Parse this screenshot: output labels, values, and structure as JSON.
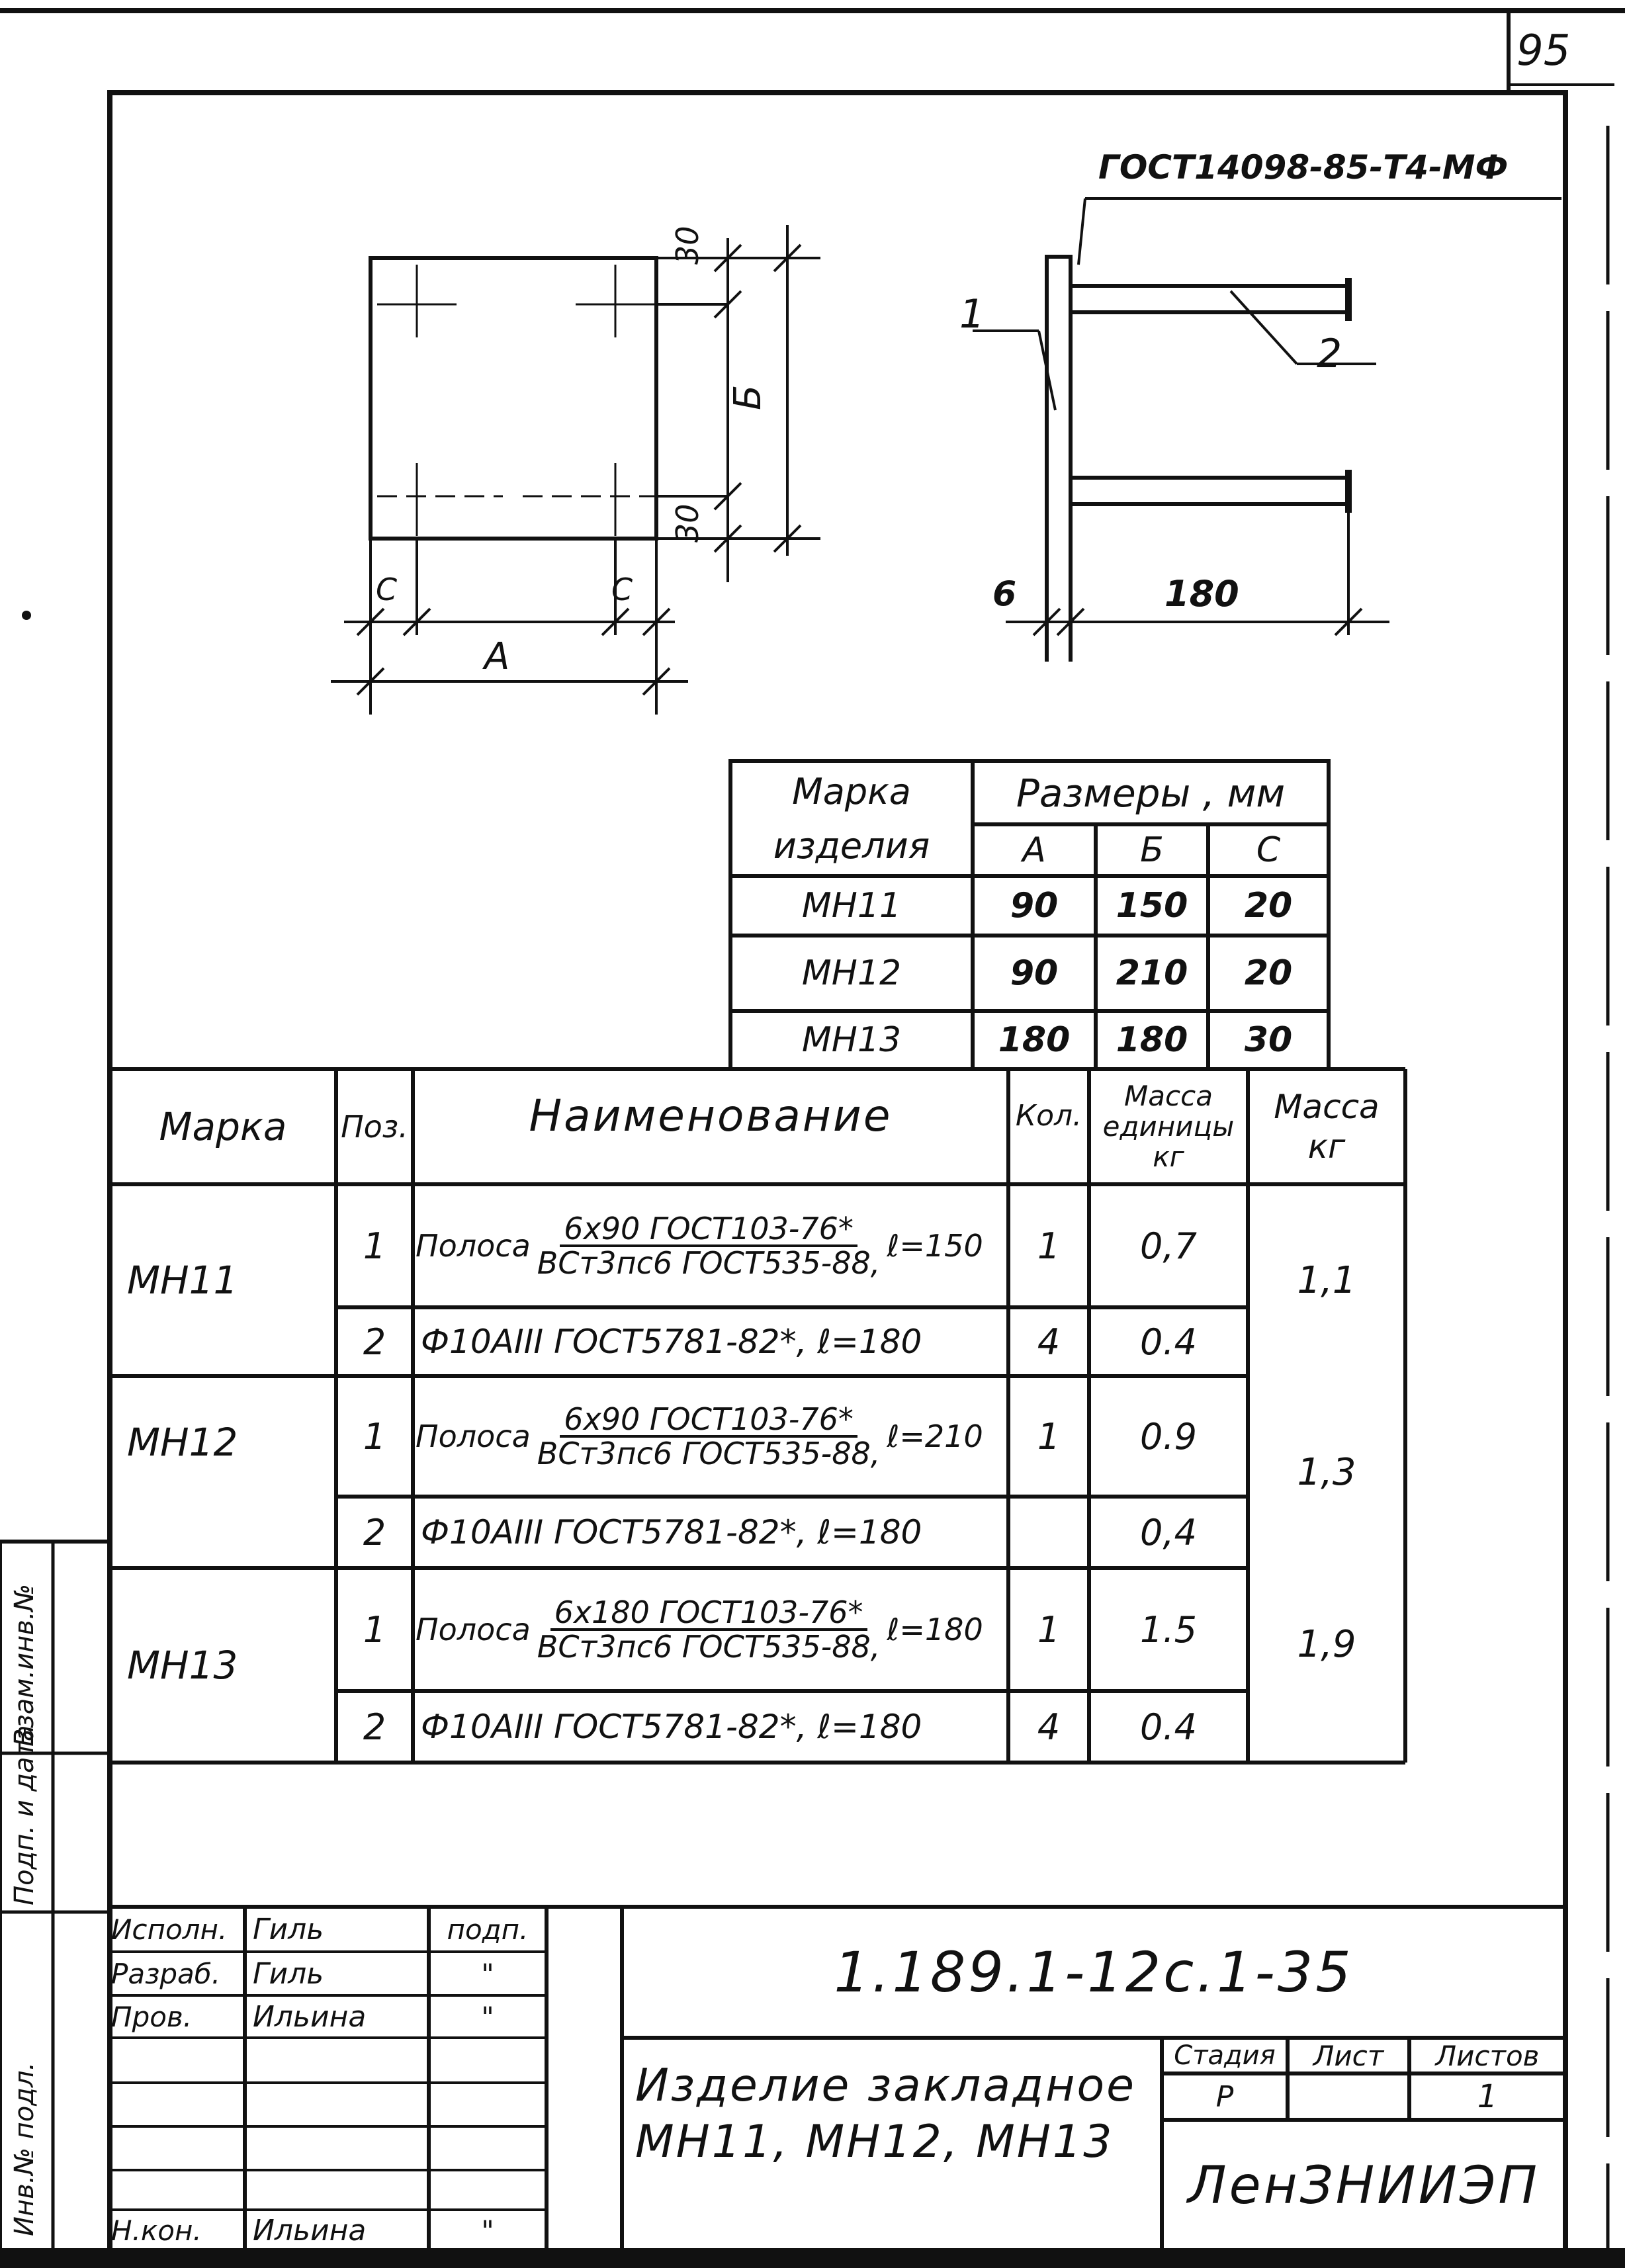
{
  "sheet_number": "95",
  "drawing": {
    "gost_weld_note": "ГОСТ14098-85-Т4-МФ",
    "dims": {
      "a": "А",
      "b": "Б",
      "c_left": "С",
      "c_right": "С",
      "edge_top": "30",
      "edge_bottom": "30",
      "thickness": "6",
      "length": "180"
    },
    "callouts": {
      "plate": "1",
      "bar": "2"
    }
  },
  "sizes_table": {
    "header_mark": [
      "Марка",
      "изделия"
    ],
    "header_sizes": "Размеры , мм",
    "cols": [
      "А",
      "Б",
      "С"
    ],
    "rows": [
      {
        "mark": "МН11",
        "a": "90",
        "b": "150",
        "c": "20"
      },
      {
        "mark": "МН12",
        "a": "90",
        "b": "210",
        "c": "20"
      },
      {
        "mark": "МН13",
        "a": "180",
        "b": "180",
        "c": "30"
      }
    ]
  },
  "spec_table": {
    "headers": {
      "mark": "Марка",
      "pos": "Поз.",
      "name": "Наименование",
      "qty": "Кол.",
      "unit_mass": [
        "Масса",
        "единицы",
        "кг"
      ],
      "mass": [
        "Масса",
        "кг"
      ]
    },
    "groups": [
      {
        "mark": "МН11",
        "mass": "1,1",
        "rows": [
          {
            "pos": "1",
            "prefix": "Полоса",
            "num": "6х90 ГОСТ103-76*",
            "den": "ВСт3пс6 ГОСТ535-88,",
            "suffix": "ℓ=150",
            "qty": "1",
            "unit_mass": "0,7"
          },
          {
            "pos": "2",
            "text": "Ф10АIII ГОСТ5781-82*, ℓ=180",
            "qty": "4",
            "unit_mass": "0.4"
          }
        ]
      },
      {
        "mark": "МН12",
        "mass": "1,3",
        "rows": [
          {
            "pos": "1",
            "prefix": "Полоса",
            "num": "6х90 ГОСТ103-76*",
            "den": "ВСт3пс6 ГОСТ535-88,",
            "suffix": "ℓ=210",
            "qty": "1",
            "unit_mass": "0.9"
          },
          {
            "pos": "2",
            "text": "Ф10АIII ГОСТ5781-82*, ℓ=180",
            "qty": "",
            "unit_mass": "0,4"
          }
        ]
      },
      {
        "mark": "МН13",
        "mass": "1,9",
        "rows": [
          {
            "pos": "1",
            "prefix": "Полоса",
            "num": "6х180 ГОСТ103-76*",
            "den": "ВСт3пс6 ГОСТ535-88,",
            "suffix": "ℓ=180",
            "qty": "1",
            "unit_mass": "1.5"
          },
          {
            "pos": "2",
            "text": "Ф10АIII ГОСТ5781-82*, ℓ=180",
            "qty": "4",
            "unit_mass": "0.4"
          }
        ]
      }
    ]
  },
  "side_stamp": [
    "Инв.№ подл.",
    "Подп. и дата",
    "Взам.инв.№"
  ],
  "title_block": {
    "roles": [
      {
        "role": "Исполн.",
        "name": "Гиль",
        "sign": "подп."
      },
      {
        "role": "Разраб.",
        "name": "Гиль",
        "sign": "\""
      },
      {
        "role": "Пров.",
        "name": "Ильина",
        "sign": "\""
      },
      {
        "role": "",
        "name": "",
        "sign": ""
      },
      {
        "role": "",
        "name": "",
        "sign": ""
      },
      {
        "role": "",
        "name": "",
        "sign": ""
      },
      {
        "role": "Н.кон.",
        "name": "Ильина",
        "sign": "\""
      }
    ],
    "doc_code": "1.189.1-12с.1-35",
    "title_line1": "Изделие закладное",
    "title_line2": "МН11, МН12, МН13",
    "stage_label": "Стадия",
    "sheet_label": "Лист",
    "sheets_label": "Листов",
    "stage": "Р",
    "sheet": "",
    "sheets": "1",
    "org": "ЛенЗНИИЭП"
  }
}
